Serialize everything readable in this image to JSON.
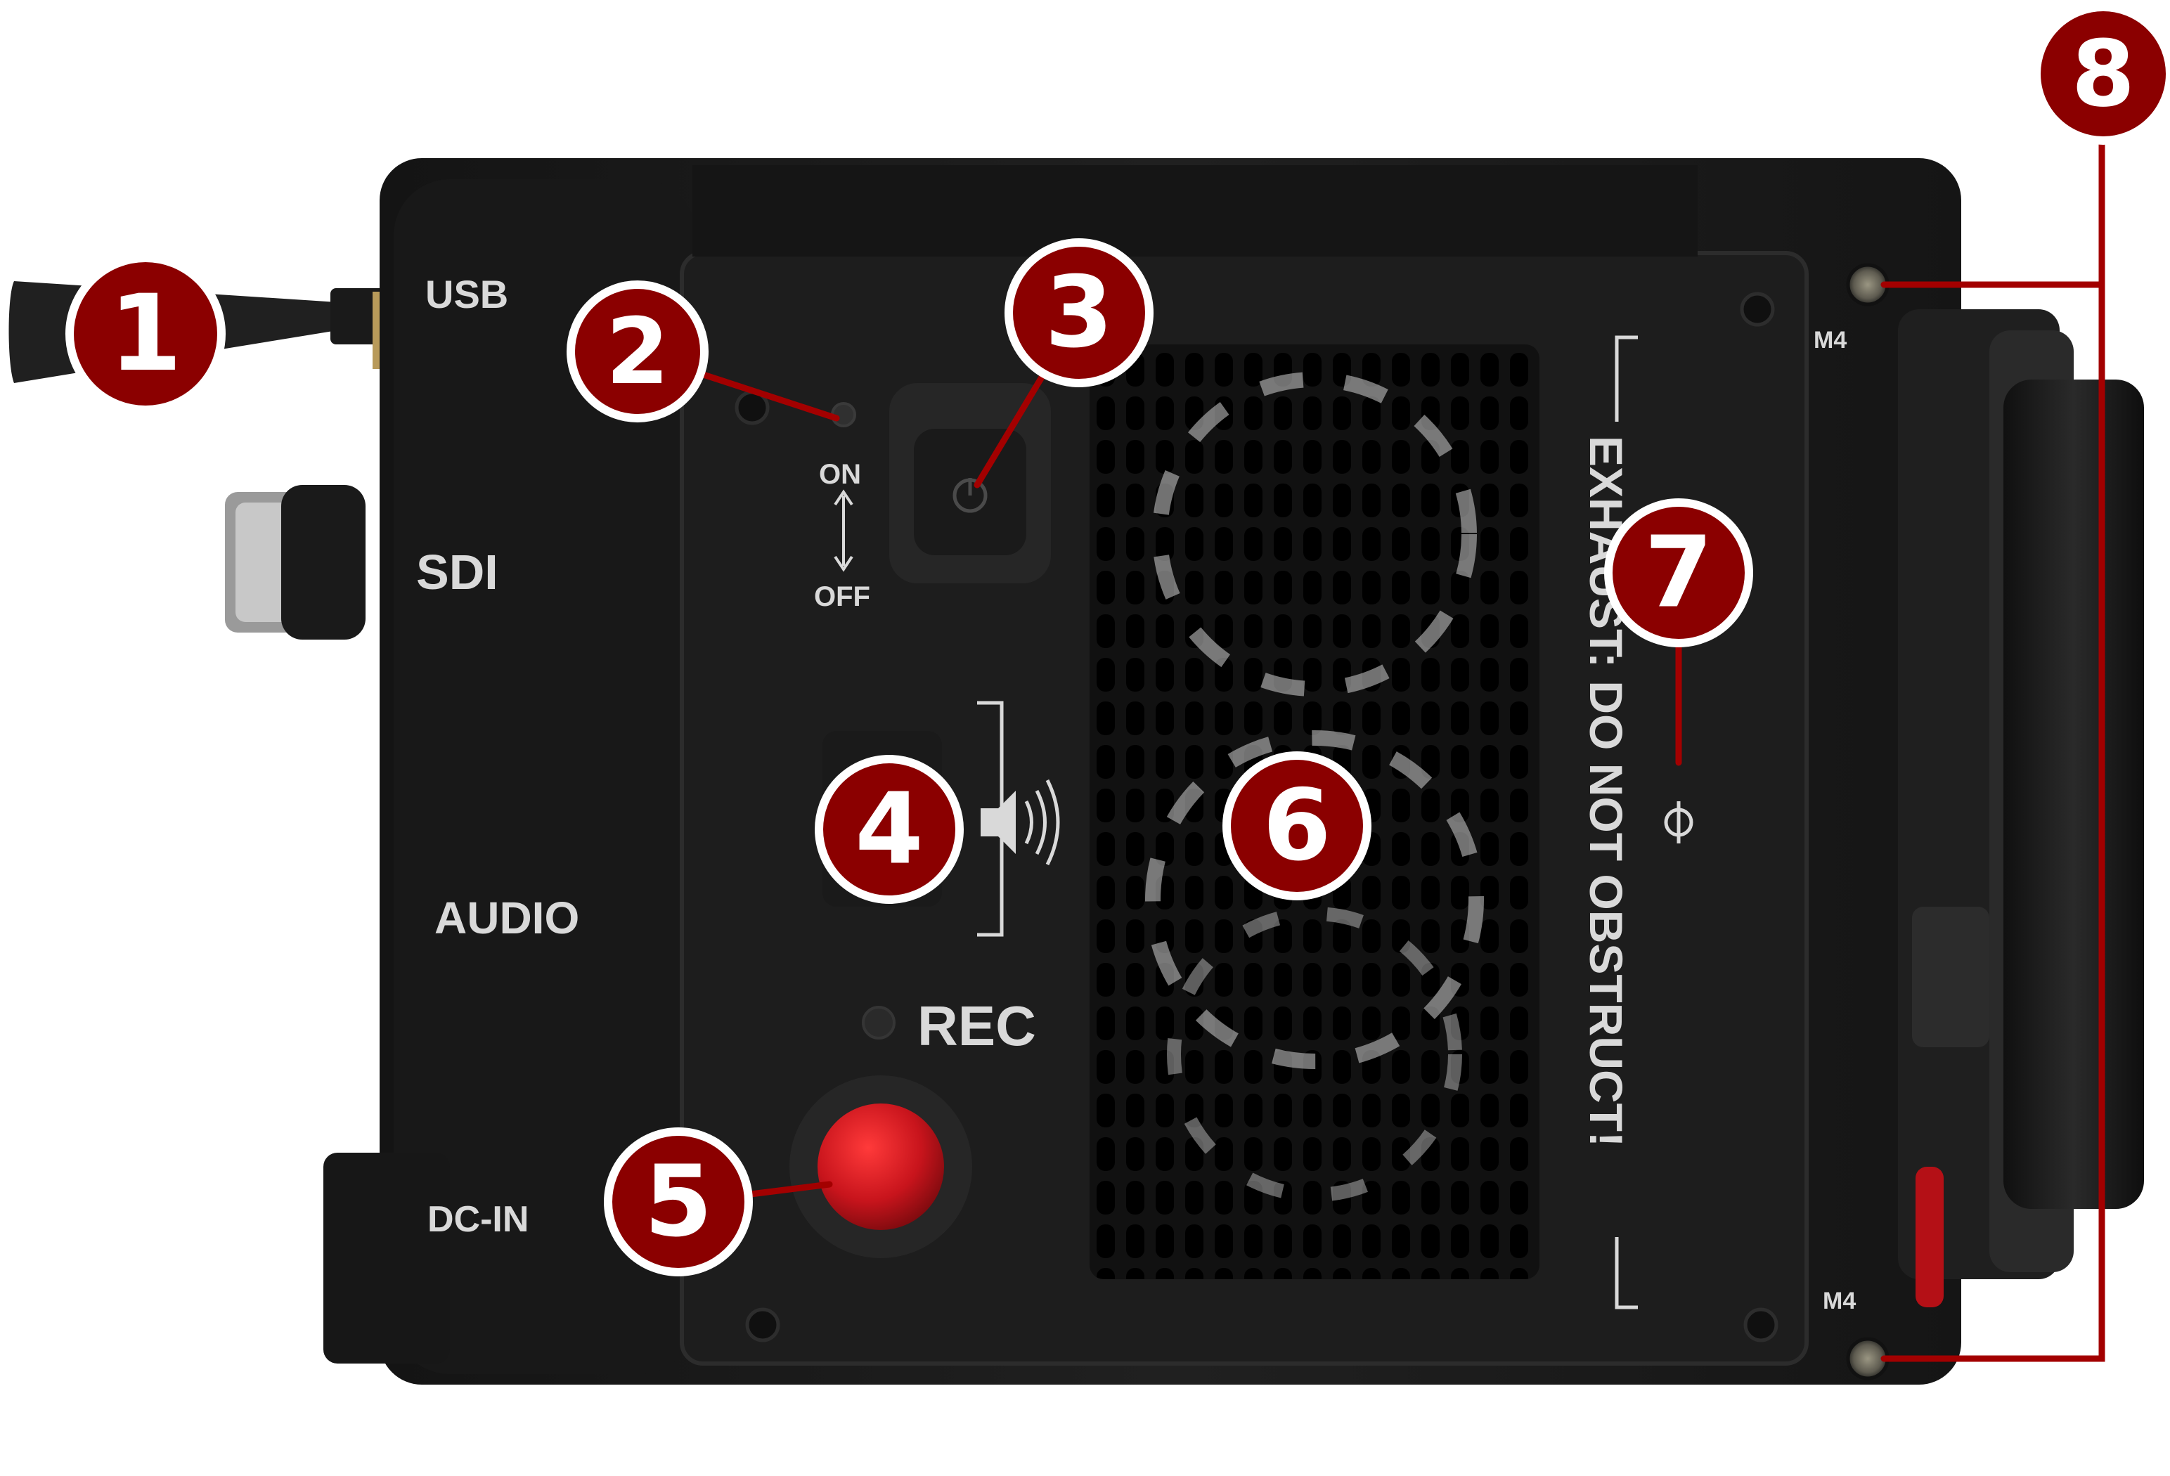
{
  "labels": {
    "usb": "USB",
    "sdi": "SDI",
    "audio": "AUDIO",
    "dc_in": "DC-IN",
    "on": "ON",
    "off": "OFF",
    "rec": "REC",
    "exhaust": "EXHAUST: DO NOT OBSTRUCT!",
    "m4_top": "M4",
    "m4_bottom": "M4"
  },
  "callouts": [
    {
      "number": "1",
      "target": "antenna"
    },
    {
      "number": "2",
      "target": "power-led"
    },
    {
      "number": "3",
      "target": "power-button"
    },
    {
      "number": "4",
      "target": "speaker"
    },
    {
      "number": "5",
      "target": "record-button"
    },
    {
      "number": "6",
      "target": "fan-exhaust-vent"
    },
    {
      "number": "7",
      "target": "sensor-plane-mark"
    },
    {
      "number": "8",
      "target": "m4-mounting-points"
    }
  ],
  "colors": {
    "callout_fill": "#8b0000",
    "callout_ring": "#ffffff",
    "leader_line": "#a30000",
    "body": "#1b1b1b",
    "label_text": "#d9d9d9",
    "record_button": "#c8141c"
  }
}
